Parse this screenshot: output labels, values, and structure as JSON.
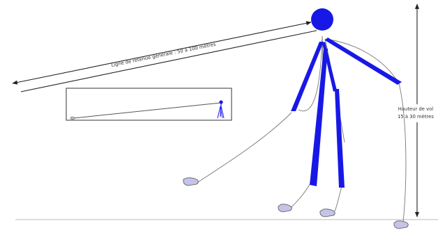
{
  "labels": {
    "retention_line": "Ligne de retenue générale : 50 à 100 mètres",
    "height_line1": "Hauteur de vol",
    "height_line2": "15 à 30 mètres"
  },
  "colors": {
    "balloon": "#1818e6",
    "line": "#444444",
    "ground": "#b8b8b8",
    "anchor_fill": "#c4c4e8",
    "anchor_stroke": "#555555"
  },
  "icons": {
    "balloon": "circle",
    "anchor": "sandbag"
  }
}
